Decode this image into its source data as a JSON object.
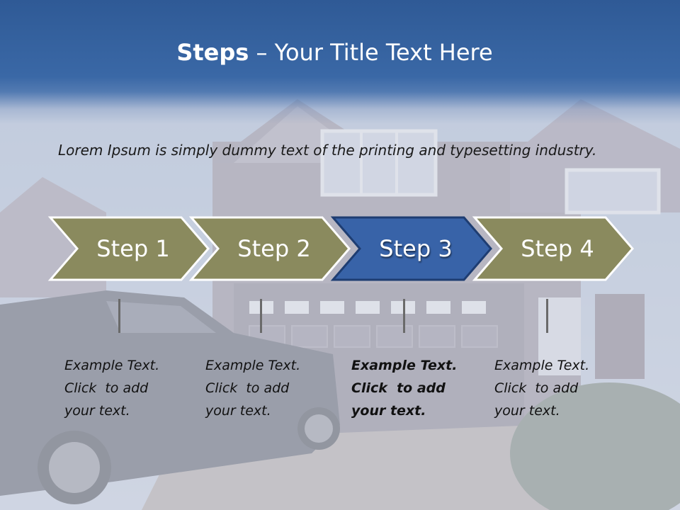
{
  "title": {
    "bold": "Steps",
    "rest": " – Your Title Text Here"
  },
  "intro": "Lorem Ipsum is simply dummy text of the printing and typesetting industry.",
  "colors": {
    "step_olive": "#8a8a5e",
    "step_active": "#3863a8",
    "title_band": "#35619f"
  },
  "steps": [
    {
      "label": "Step 1",
      "active": false,
      "lines": [
        "Example Text.",
        "Click  to add",
        "your text."
      ]
    },
    {
      "label": "Step 2",
      "active": false,
      "lines": [
        "Example Text.",
        "Click  to add",
        "your text."
      ]
    },
    {
      "label": "Step 3",
      "active": true,
      "lines": [
        "Example Text.",
        "Click  to add",
        "your text."
      ]
    },
    {
      "label": "Step 4",
      "active": false,
      "lines": [
        "Example Text.",
        "Click  to add",
        "your text."
      ]
    }
  ]
}
